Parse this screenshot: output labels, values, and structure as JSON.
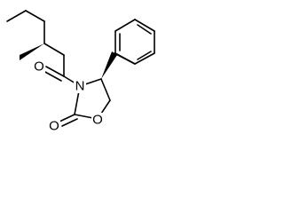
{
  "molecule": {
    "atoms": {
      "ketone_oxygen": "O",
      "ring_nitrogen": "N",
      "carbonyl_oxygen": "O",
      "ring_oxygen": "O"
    },
    "stereo": {
      "c3_methyl": "wedge",
      "c4_benzyl": "wedge"
    },
    "colors": {
      "bond": "#000000",
      "background": "#ffffff"
    }
  }
}
